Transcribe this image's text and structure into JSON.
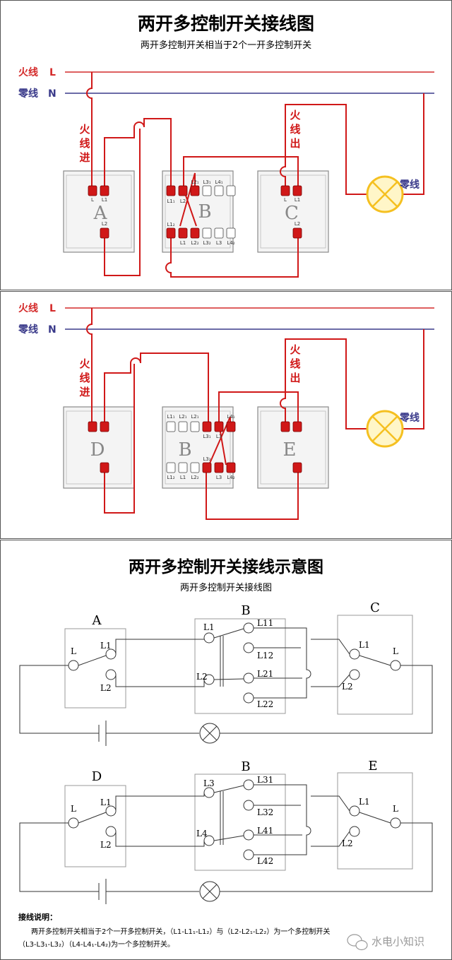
{
  "panel1": {
    "title": "两开多控制开关接线图",
    "subtitle": "两开多控制开关相当于2个一开多控制开关",
    "live_label": "火线",
    "live_letter": "L",
    "neutral_label": "零线",
    "neutral_letter": "N",
    "live_in": [
      "火",
      "线",
      "进"
    ],
    "live_out": [
      "火",
      "线",
      "出"
    ],
    "lamp_neutral": "零线",
    "switch_left": "A",
    "switch_mid": "B",
    "switch_right": "C",
    "left_terms": [
      "L",
      "L1",
      "L2"
    ],
    "mid_top_terms": [
      "L1₁",
      "L2",
      "L2₁",
      "L3₁",
      "L4₁"
    ],
    "mid_bot_terms": [
      "L1₂",
      "L1",
      "L2₂",
      "L3₂",
      "L3",
      "L4₂"
    ],
    "right_terms": [
      "L",
      "L1",
      "L2"
    ]
  },
  "panel2": {
    "live_label": "火线",
    "live_letter": "L",
    "neutral_label": "零线",
    "neutral_letter": "N",
    "live_in": [
      "火",
      "线",
      "进"
    ],
    "live_out": [
      "火",
      "线",
      "出"
    ],
    "lamp_neutral": "零线",
    "switch_left": "D",
    "switch_mid": "B",
    "switch_right": "E",
    "mid_top_terms": [
      "L1₁",
      "L2₁",
      "L2₁",
      "L3₁",
      "L3",
      "L4₁"
    ],
    "mid_bot_terms": [
      "L1₂",
      "L1",
      "L2₂",
      "L3₂",
      "L3",
      "L4₂"
    ]
  },
  "panel3": {
    "title": "两开多控制开关接线示意图",
    "subtitle": "两开多控制开关接线图",
    "diagram1": {
      "left_name": "A",
      "mid_name": "B",
      "right_name": "C",
      "left_L": "L",
      "left_L1": "L1",
      "left_L2": "L2",
      "mid_in1": "L1",
      "mid_in2": "L2",
      "mid_out": [
        "L11",
        "L12",
        "L21",
        "L22"
      ],
      "right_L1": "L1",
      "right_L2": "L2",
      "right_L": "L"
    },
    "diagram2": {
      "left_name": "D",
      "mid_name": "B",
      "right_name": "E",
      "left_L": "L",
      "left_L1": "L1",
      "left_L2": "L2",
      "mid_in1": "L3",
      "mid_in2": "L4",
      "mid_out": [
        "L31",
        "L32",
        "L41",
        "L42"
      ],
      "right_L1": "L1",
      "right_L2": "L2",
      "right_L": "L"
    },
    "notes_heading": "接线说明：",
    "notes_line1": "两开多控制开关相当于2个一开多控制开关，（L1-L1₁-L1₂）与（L2-L2₁-L2₂）为一个多控制开关",
    "notes_line2": "（L3-L3₁-L3₂）（L4-L4₁-L4₂)为一个多控制开关。",
    "watermark": "水电小知识"
  },
  "colors": {
    "live": "#d42a2a",
    "neutral": "#3a3a8a",
    "wire": "#d01818",
    "terminal": "#d01818",
    "lamp": "#f5c020",
    "sketch": "#333333"
  }
}
